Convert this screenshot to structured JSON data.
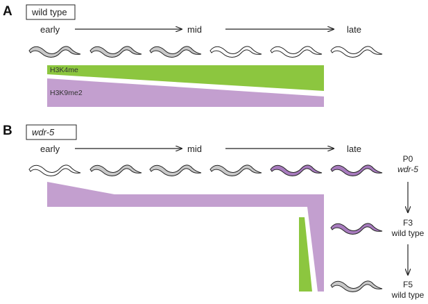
{
  "panel_a": {
    "letter": "A",
    "genotype": "wild type",
    "stages": [
      "early",
      "mid",
      "late"
    ],
    "bars": {
      "top_label": "H3K4me",
      "bottom_label": "H3K9me2"
    },
    "worm_fills": [
      "gray",
      "gray",
      "gray",
      "white",
      "white",
      "white"
    ]
  },
  "panel_b": {
    "letter": "B",
    "genotype": "wdr-5",
    "stages": [
      "early",
      "mid",
      "late"
    ],
    "worm_fills": [
      "white",
      "gray",
      "gray",
      "gray",
      "purple",
      "purple"
    ],
    "generations": [
      {
        "gen": "P0",
        "genotype": "wdr-5",
        "worm": "purple"
      },
      {
        "gen": "F3",
        "genotype": "wild type",
        "worm": "purple"
      },
      {
        "gen": "F5",
        "genotype": "wild type",
        "worm": "gray"
      }
    ]
  },
  "colors": {
    "green": "#8cc63f",
    "purple": "#c39fcf",
    "gray_worm": "#c8c8c8",
    "purple_worm": "#a77bbd"
  }
}
